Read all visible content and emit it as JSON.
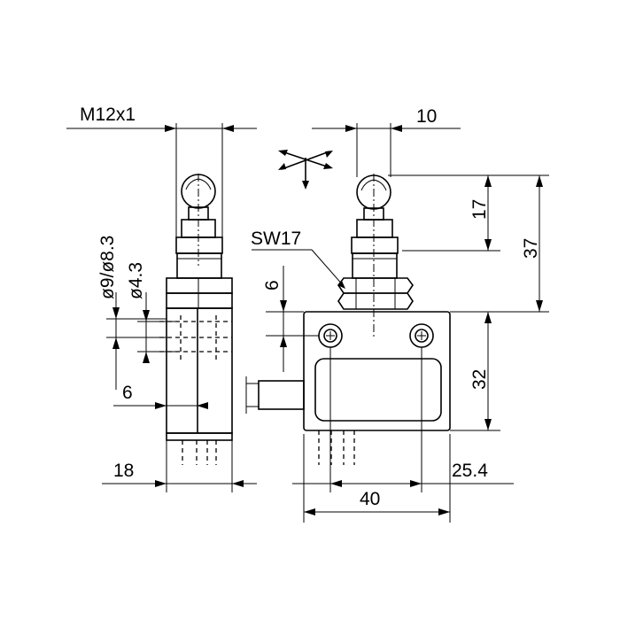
{
  "drawing": {
    "labels": {
      "thread": "M12x1",
      "diameter_outer": "ø9/ø8.3",
      "diameter_inner": "ø4.3",
      "sw": "SW17",
      "d6_left": "6",
      "d6_top": "6",
      "d18": "18",
      "d10": "10",
      "d17": "17",
      "d37": "37",
      "d32": "32",
      "d25_4": "25.4",
      "d40": "40"
    }
  }
}
